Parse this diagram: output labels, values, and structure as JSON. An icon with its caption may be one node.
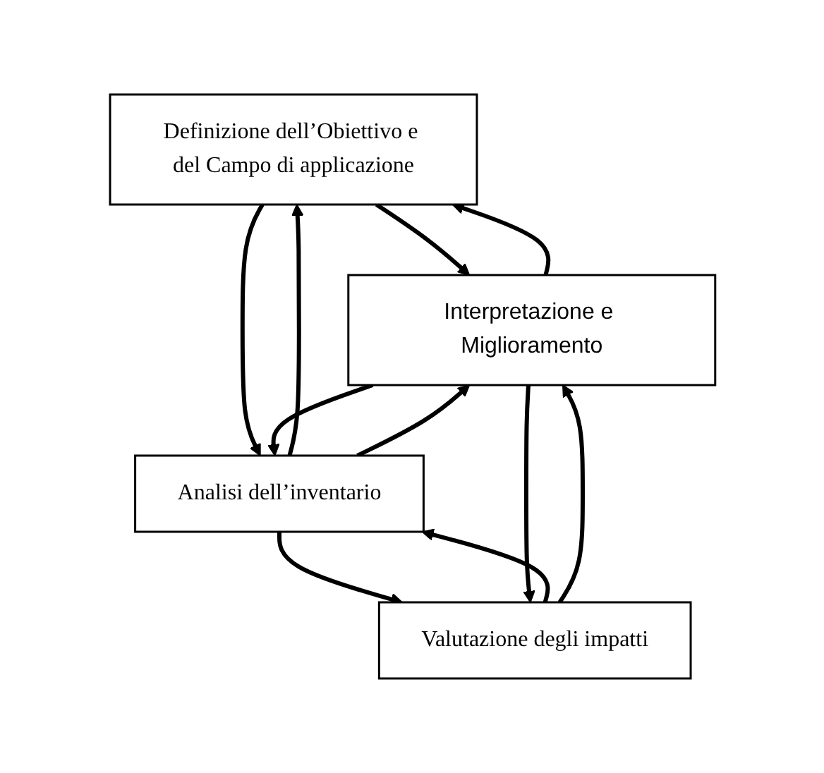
{
  "diagram": {
    "nodes": [
      {
        "text": [
          "Definizione dell’Obiettivo e del Campo di applicazione"
        ]
      },
      {
        "text": [
          "Analisi dell’inventario"
        ]
      },
      {
        "text": [
          "Valutazione degli impatti"
        ]
      },
      {
        "text": [
          "Interpretazione e Miglioramento"
        ]
      }
    ],
    "edges": [
      {
        "from": 0,
        "to": 3,
        "arrow": "to"
      },
      {
        "from": 3,
        "to": 0,
        "arrow": "to"
      },
      {
        "from": 0,
        "to": 1,
        "arrow": "to"
      },
      {
        "from": 1,
        "to": 0,
        "arrow": "to"
      },
      {
        "from": 1,
        "to": 3,
        "arrow": "to"
      },
      {
        "from": 3,
        "to": 1,
        "arrow": "to"
      },
      {
        "from": 1,
        "to": 2,
        "arrow": "to"
      },
      {
        "from": 2,
        "to": 1,
        "arrow": "to"
      },
      {
        "from": 2,
        "to": 3,
        "arrow": "to"
      },
      {
        "from": 3,
        "to": 2,
        "arrow": "to"
      }
    ]
  }
}
